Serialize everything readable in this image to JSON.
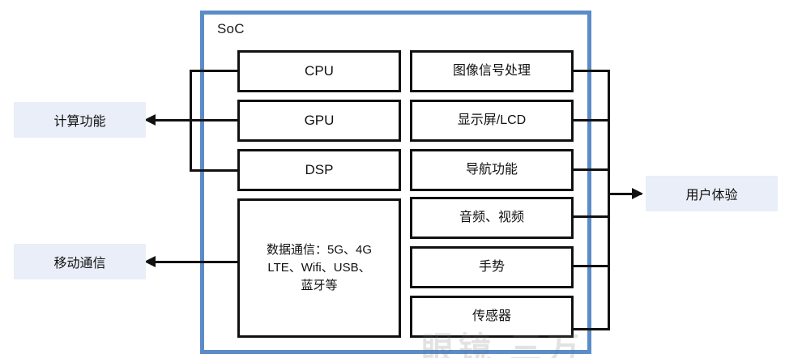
{
  "diagram": {
    "title": "SoC",
    "soc_label": "SoC",
    "accent_color": "#5B8CC8",
    "block_border_color": "#111111",
    "chip_background": "#E9EEF8",
    "background": "#FFFFFF",
    "watermark_text": "眼镜 三万"
  },
  "soc": {
    "left_column": [
      {
        "id": "cpu",
        "label": "CPU"
      },
      {
        "id": "gpu",
        "label": "GPU"
      },
      {
        "id": "dsp",
        "label": "DSP"
      },
      {
        "id": "data-comm",
        "label": "数据通信：5G、4G\nLTE、Wifi、USB、\n蓝牙等"
      }
    ],
    "right_column": [
      {
        "id": "isp",
        "label": "图像信号处理"
      },
      {
        "id": "display",
        "label": "显示屏/LCD"
      },
      {
        "id": "navigation",
        "label": "导航功能"
      },
      {
        "id": "av",
        "label": "音频、视频"
      },
      {
        "id": "gesture",
        "label": "手势"
      },
      {
        "id": "sensor",
        "label": "传感器"
      }
    ]
  },
  "side_labels": {
    "left": [
      {
        "id": "compute-function",
        "label": "计算功能"
      },
      {
        "id": "mobile-comm",
        "label": "移动通信"
      }
    ],
    "right": [
      {
        "id": "user-experience",
        "label": "用户体验"
      }
    ]
  }
}
